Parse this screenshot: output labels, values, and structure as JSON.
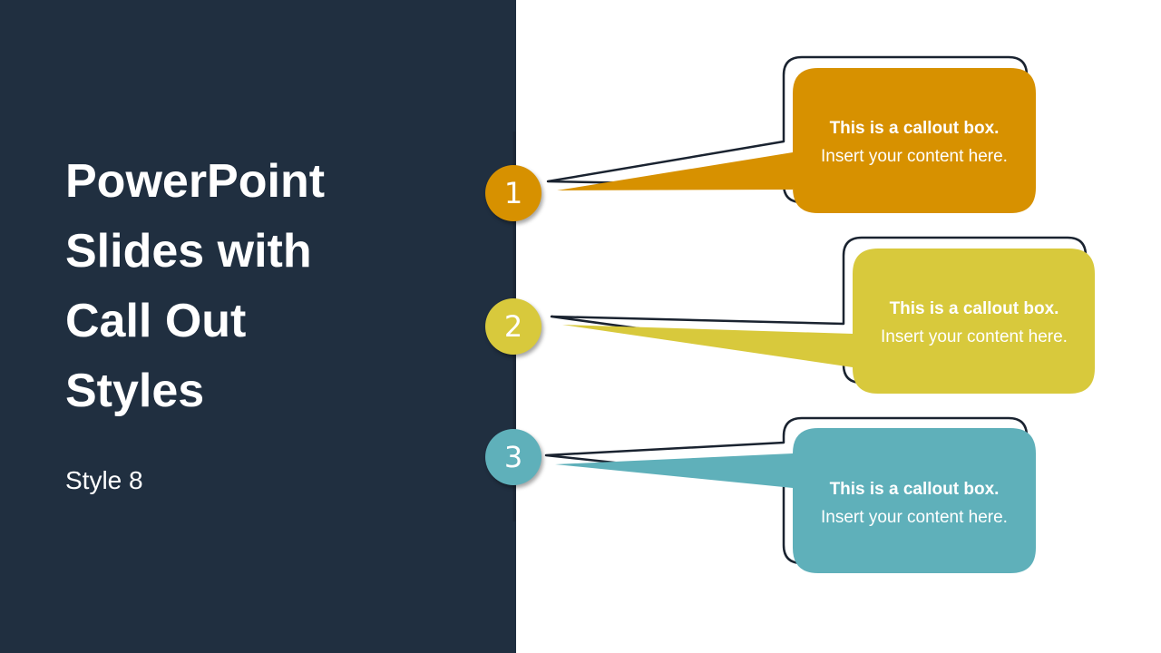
{
  "slide": {
    "title_lines": [
      "PowerPoint",
      "Slides with",
      "Call Out",
      "Styles"
    ],
    "subtitle": "Style 8"
  },
  "colors": {
    "panel": "#202f40",
    "outline": "#1a2330",
    "callout_1": "#d79100",
    "callout_2": "#d8c93c",
    "callout_3": "#5fb0ba"
  },
  "callouts": [
    {
      "number": "1",
      "heading": "This is a callout box.",
      "body": "Insert your content here."
    },
    {
      "number": "2",
      "heading": "This is a callout box.",
      "body": "Insert your content here."
    },
    {
      "number": "3",
      "heading": "This is a callout box.",
      "body": "Insert your content here."
    }
  ]
}
